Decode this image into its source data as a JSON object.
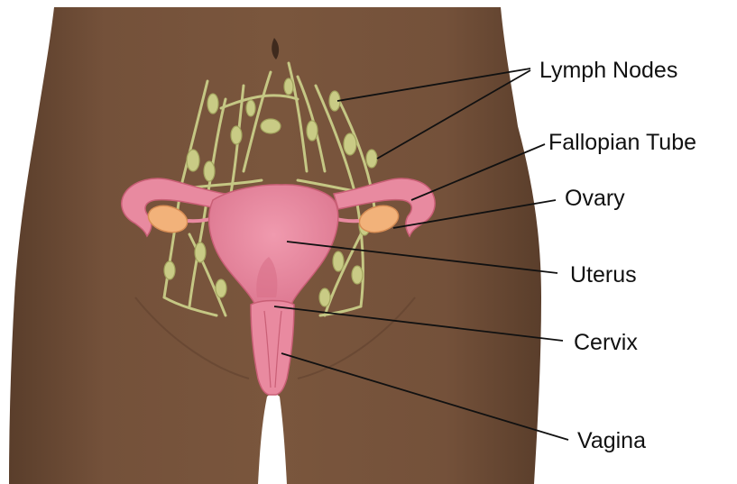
{
  "labels": {
    "lymph_nodes": "Lymph Nodes",
    "fallopian_tube": "Fallopian Tube",
    "ovary": "Ovary",
    "uterus": "Uterus",
    "cervix": "Cervix",
    "vagina": "Vagina"
  },
  "colors": {
    "skin": "#74513a",
    "skin_shadow": "#5e402d",
    "organ": "#e8849a",
    "organ_dark": "#c95f76",
    "ovary": "#f2b27a",
    "lymph": "#c5c784",
    "lymph_dark": "#a3a55f",
    "leader": "#111111"
  }
}
